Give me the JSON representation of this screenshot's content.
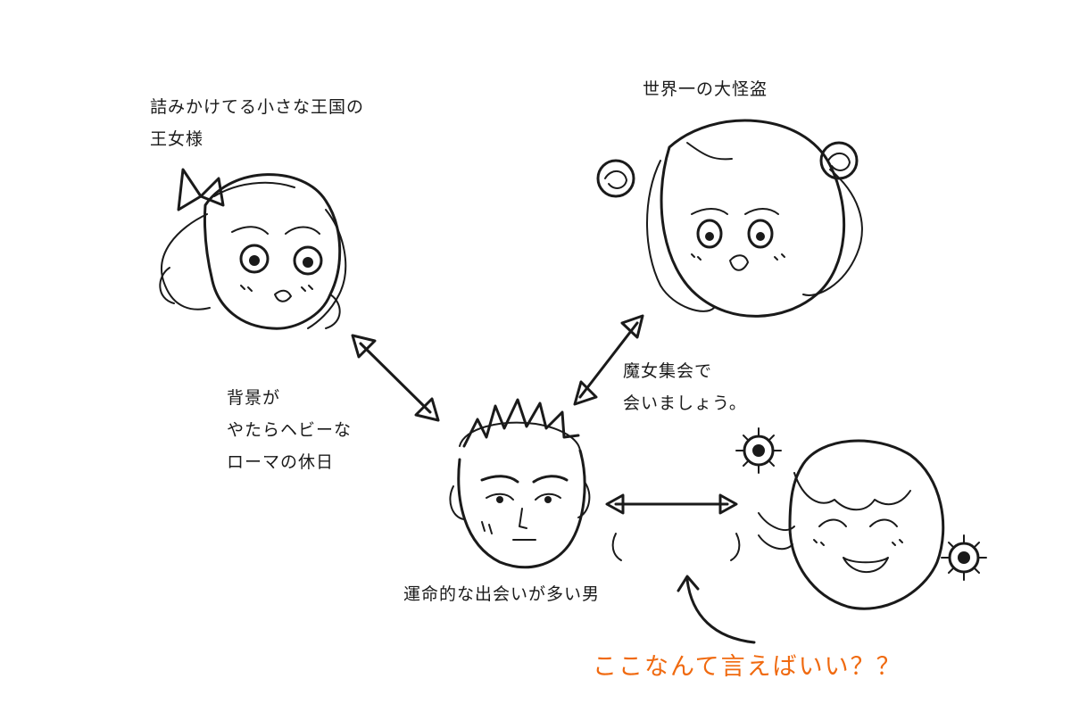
{
  "labels": {
    "princess": [
      "詰みかけてる小さな王国の",
      "王女様"
    ],
    "thief": "世界一の大怪盗",
    "witch": [
      "魔女集会で",
      "会いましょう。"
    ],
    "roman": [
      "背景が",
      "やたらヘビーな",
      "ローマの休日"
    ],
    "man": "運命的な出会いが多い男",
    "question": "ここなんて言えばいい？？"
  },
  "colors": {
    "ink": "#1a1a1a",
    "question": "#f06a10",
    "background": "#ffffff"
  },
  "figures": [
    "princess-face",
    "thief-face",
    "protagonist-face",
    "sunflower-boy-face"
  ]
}
